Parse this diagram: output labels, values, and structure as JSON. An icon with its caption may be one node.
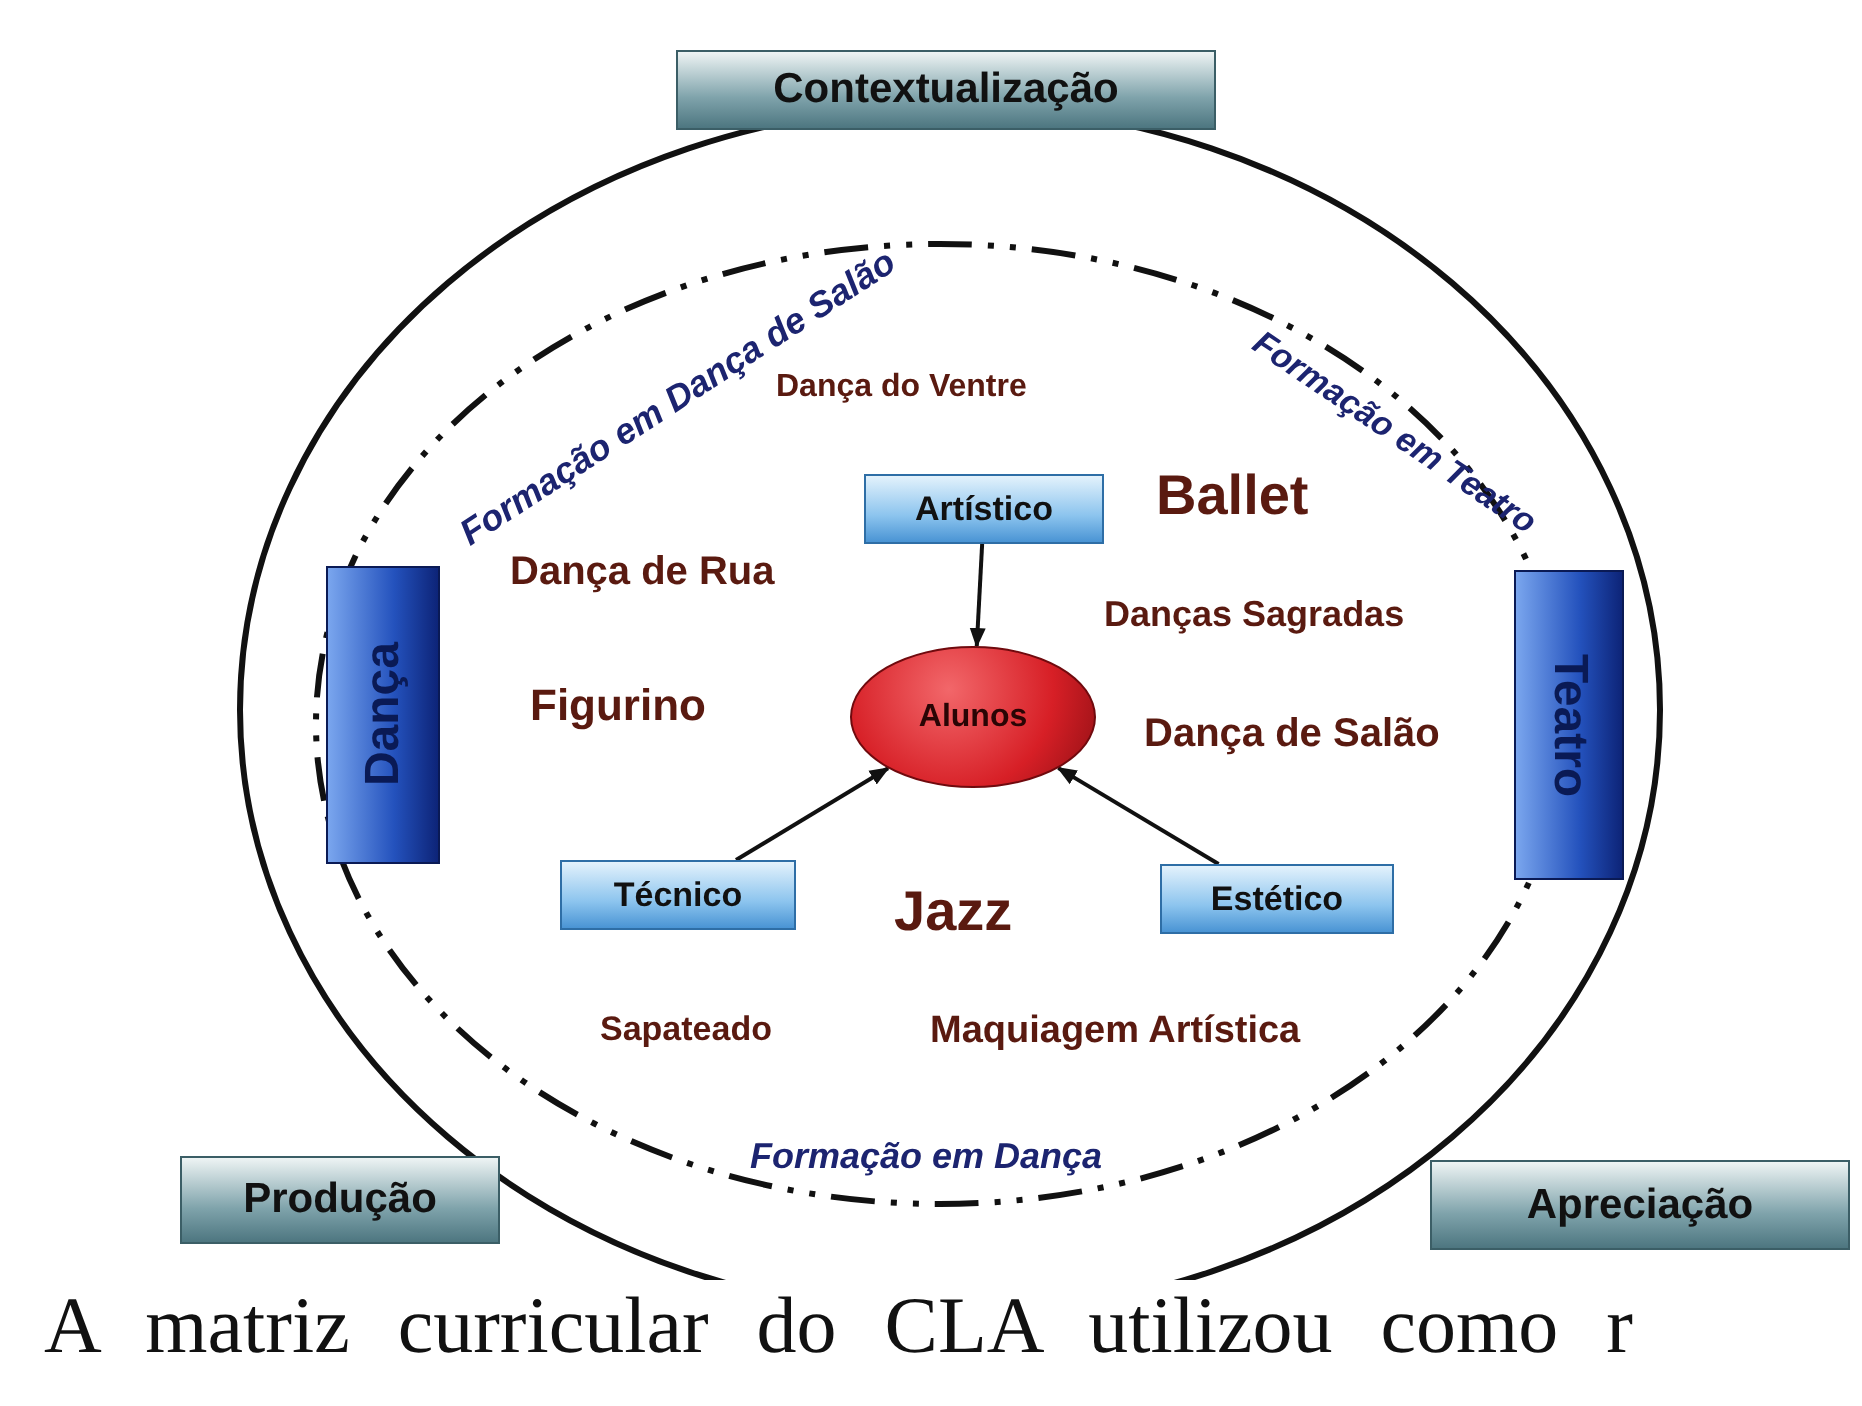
{
  "diagram": {
    "nodes": [
      {
        "text": [
          "Contextualização"
        ]
      },
      {
        "text": [
          "Dança"
        ]
      },
      {
        "text": [
          "Teatro"
        ]
      },
      {
        "text": [
          "Produção"
        ]
      },
      {
        "text": [
          "Apreciação"
        ]
      },
      {
        "text": [
          "Artístico"
        ]
      },
      {
        "text": [
          "Alunos"
        ]
      },
      {
        "text": [
          "Técnico"
        ]
      },
      {
        "text": [
          "Estético"
        ]
      }
    ],
    "edges": [
      {
        "from": 5,
        "to": 6,
        "arrow": "to"
      },
      {
        "from": 7,
        "to": 6,
        "arrow": "to"
      },
      {
        "from": 8,
        "to": 6,
        "arrow": "to"
      }
    ],
    "labels": [
      "Formação em Dança de Salão",
      "Formação em Teatro",
      "Dança do Ventre",
      "Ballet",
      "Dança de Rua",
      "Danças Sagradas",
      "Figurino",
      "Dança de Salão",
      "Jazz",
      "Sapateado",
      "Maquiagem Artística",
      "Formação em Dança",
      "A matriz curricular do CLA utilizou como r"
    ]
  }
}
